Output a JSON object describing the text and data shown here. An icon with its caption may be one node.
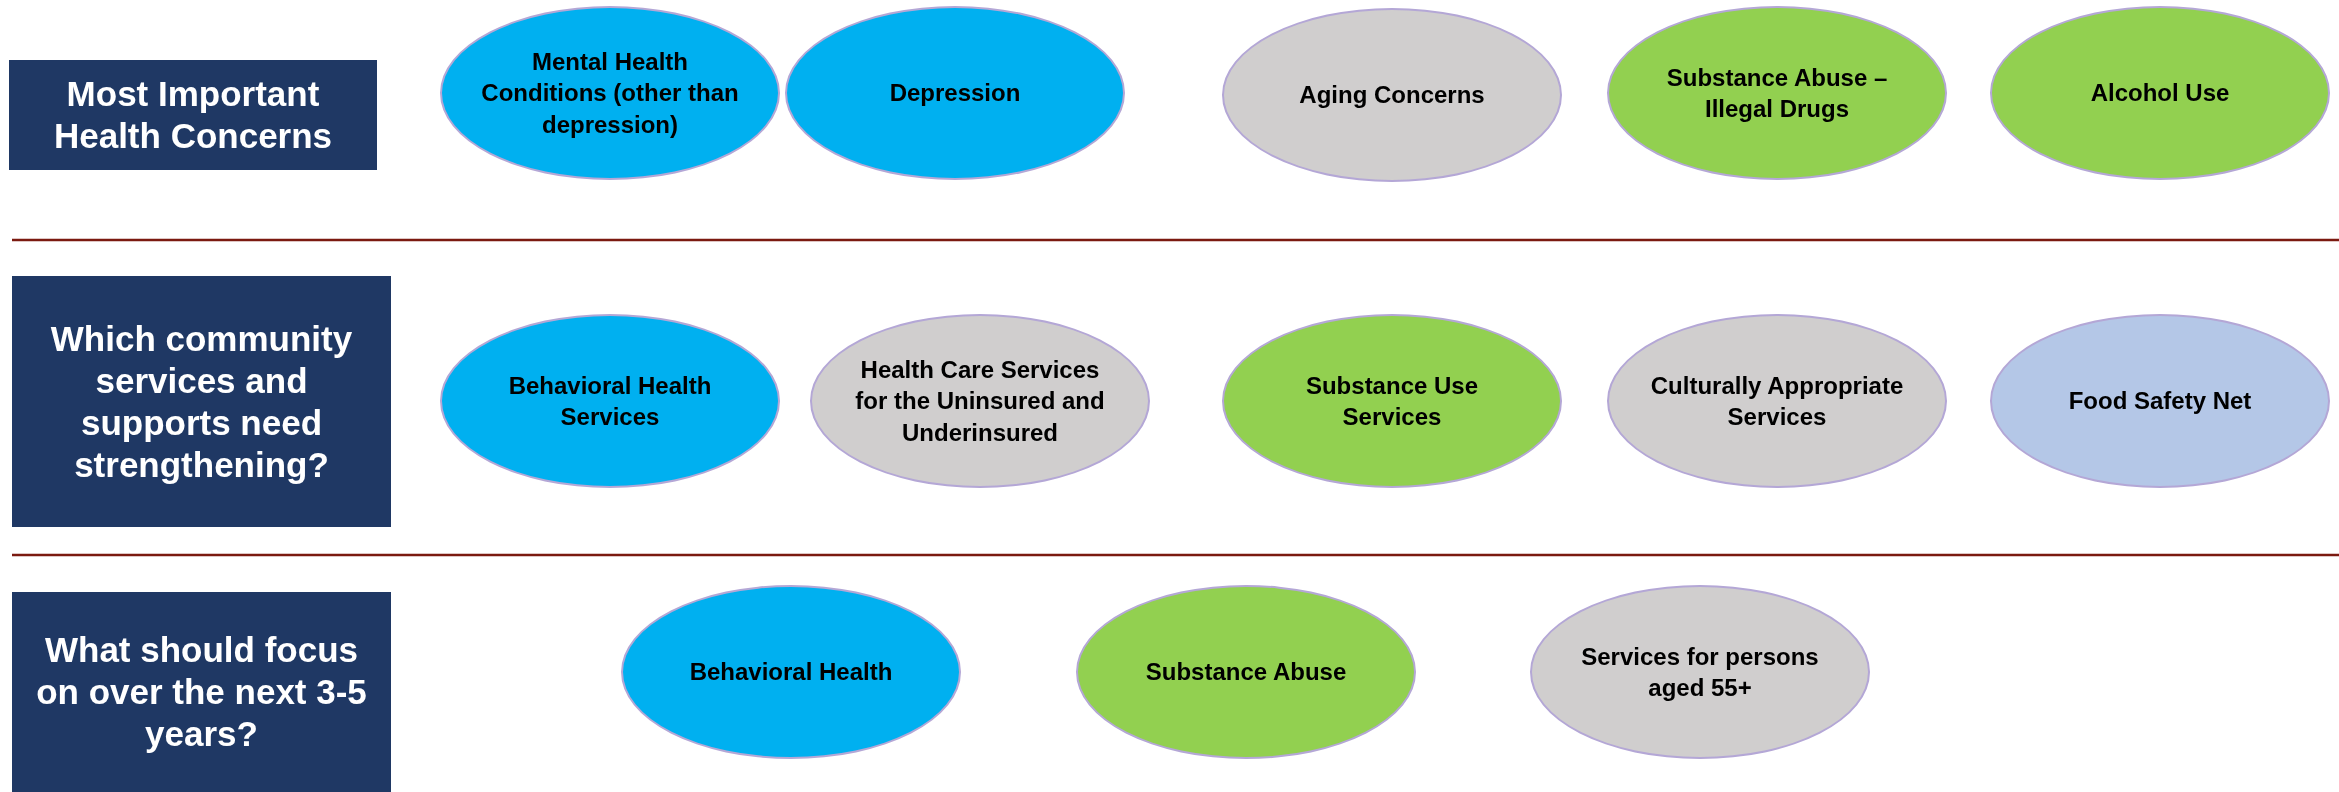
{
  "diagram": {
    "nodes": [
      {
        "text": [
          "Most Important Health Concerns"
        ]
      },
      {
        "text": [
          "Mental Health Conditions (other than depression)"
        ]
      },
      {
        "text": [
          "Depression"
        ]
      },
      {
        "text": [
          "Aging Concerns"
        ]
      },
      {
        "text": [
          "Substance Abuse – Illegal Drugs"
        ]
      },
      {
        "text": [
          "Alcohol Use"
        ]
      },
      {
        "text": [
          "Which community services and supports need strengthening?"
        ]
      },
      {
        "text": [
          "Behavioral Health Services"
        ]
      },
      {
        "text": [
          "Health Care Services for the Uninsured and Underinsured"
        ]
      },
      {
        "text": [
          "Substance Use Services"
        ]
      },
      {
        "text": [
          "Culturally Appropriate Services"
        ]
      },
      {
        "text": [
          "Food Safety Net"
        ]
      },
      {
        "text": [
          "What should focus on over the next 3-5 years?"
        ]
      },
      {
        "text": [
          "Behavioral Health"
        ]
      },
      {
        "text": [
          "Substance Abuse"
        ]
      },
      {
        "text": [
          "Services for persons aged 55+"
        ]
      }
    ]
  }
}
